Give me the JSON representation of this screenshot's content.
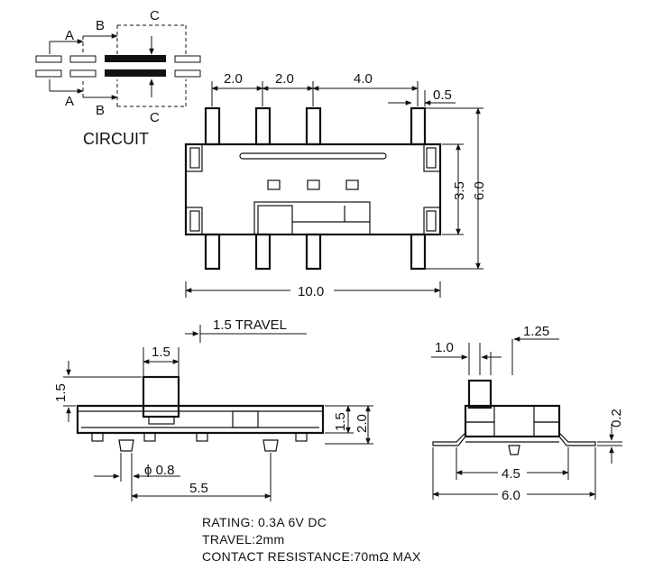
{
  "circuit": {
    "title": "CIRCUIT",
    "top_labels": [
      "A",
      "B",
      "C"
    ],
    "bottom_labels": [
      "A",
      "B",
      "C"
    ]
  },
  "top_view": {
    "dim_pitch_1": "2.0",
    "dim_pitch_2": "2.0",
    "dim_pitch_3": "4.0",
    "dim_pin_width": "0.5",
    "dim_body_height": "3.5",
    "dim_total_height": "6.0",
    "dim_length": "10.0"
  },
  "front_view": {
    "travel_label": "1.5 TRAVEL",
    "dim_knob_width": "1.5",
    "dim_knob_height": "1.5",
    "dim_body_h1": "1.5",
    "dim_body_h2": "2.0",
    "dim_post_diameter": "ϕ 0.8",
    "dim_post_spacing": "5.5"
  },
  "side_view": {
    "dim_knob": "1.0",
    "dim_offset": "1.25",
    "dim_lead": "0.2",
    "dim_inner": "4.5",
    "dim_outer": "6.0"
  },
  "specs": {
    "rating": "RATING: 0.3A 6V DC",
    "travel": "TRAVEL:2mm",
    "contact": "CONTACT RESISTANCE:70mΩ  MAX"
  }
}
